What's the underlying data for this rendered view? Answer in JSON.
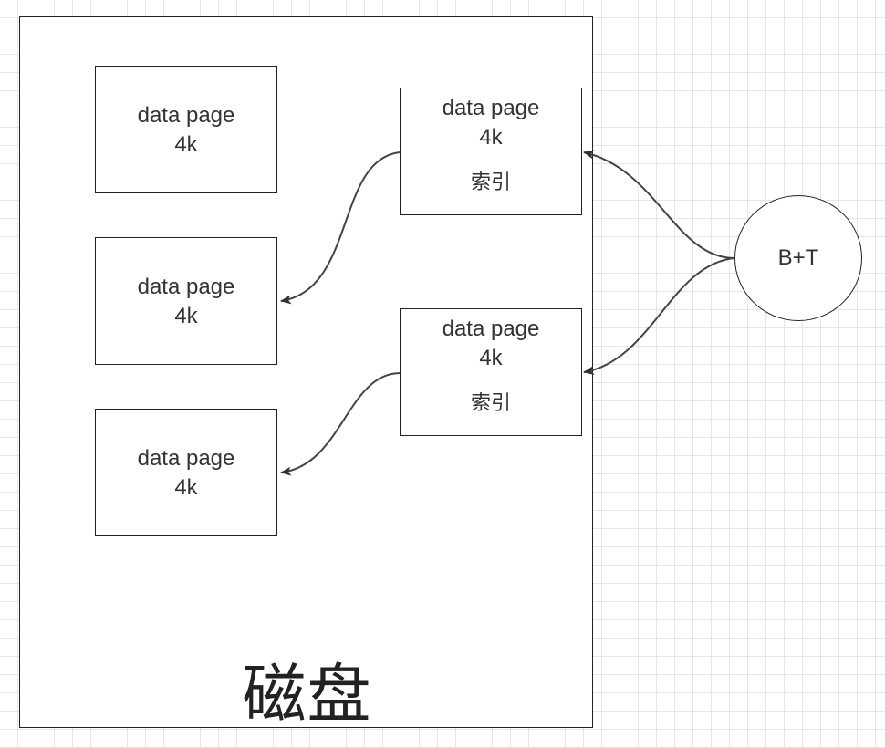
{
  "disk": {
    "label": "磁盘"
  },
  "pages": [
    {
      "title": "data page",
      "size": "4k"
    },
    {
      "title": "data page",
      "size": "4k"
    },
    {
      "title": "data page",
      "size": "4k"
    },
    {
      "title": "data page",
      "size": "4k",
      "role": "索引"
    },
    {
      "title": "data page",
      "size": "4k",
      "role": "索引"
    }
  ],
  "btree": {
    "label": "B+T"
  },
  "colors": {
    "stroke": "#222222",
    "text": "#333333",
    "grid": "#e6e6e6"
  }
}
